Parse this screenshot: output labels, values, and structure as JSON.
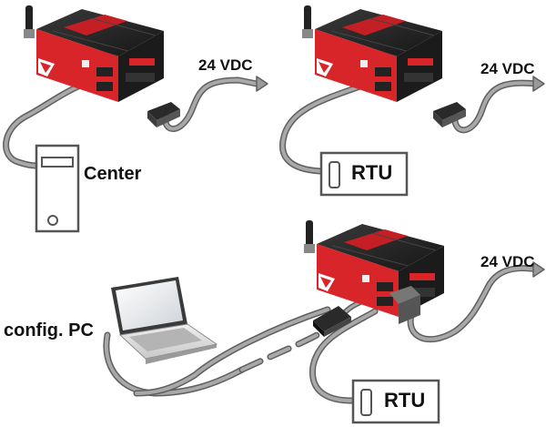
{
  "labels": {
    "vdc_top_left": "24 VDC",
    "vdc_top_right": "24 VDC",
    "vdc_bottom": "24 VDC",
    "center": "Center",
    "rtu_top": "RTU",
    "rtu_bottom": "RTU",
    "config_pc": "config. PC"
  },
  "colors": {
    "router_red": "#d8252a",
    "router_black": "#1b1b1b",
    "cable_gray": "#9a9a9a",
    "cable_outline": "#5f5f5f",
    "box_outline": "#444444"
  },
  "icons": {
    "router": "router-device-icon",
    "antenna": "antenna-icon",
    "power_connector": "power-connector-icon",
    "server": "server-tower-icon",
    "laptop": "laptop-icon",
    "usb_adapter": "usb-serial-adapter-icon"
  }
}
